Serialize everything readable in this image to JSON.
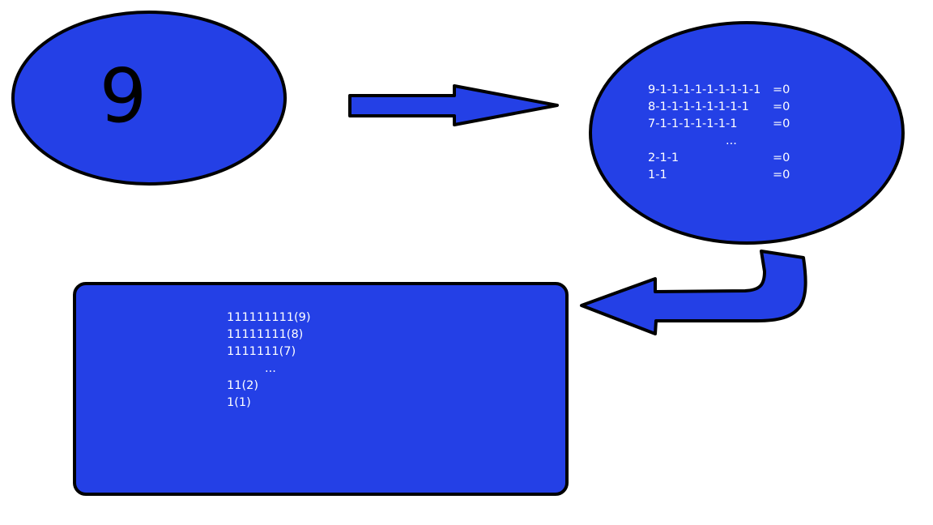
{
  "start": {
    "value": "9"
  },
  "subtraction": {
    "lines": [
      {
        "expr": "9-1-1-1-1-1-1-1-1-1",
        "result": "=0"
      },
      {
        "expr": "8-1-1-1-1-1-1-1-1",
        "result": "=0"
      },
      {
        "expr": "7-1-1-1-1-1-1-1",
        "result": "=0"
      },
      {
        "ellipsis": "..."
      },
      {
        "expr": "2-1-1",
        "result": "=0"
      },
      {
        "expr": "1-1",
        "result": "=0"
      }
    ]
  },
  "result": {
    "lines": [
      "111111111(9)",
      "11111111(8)",
      "1111111(7)",
      "...",
      "11(2)",
      "1(1)"
    ]
  },
  "colors": {
    "fill": "#2440e6",
    "stroke": "#000000",
    "number_text": "#000000",
    "inner_text": "#ffffff"
  }
}
